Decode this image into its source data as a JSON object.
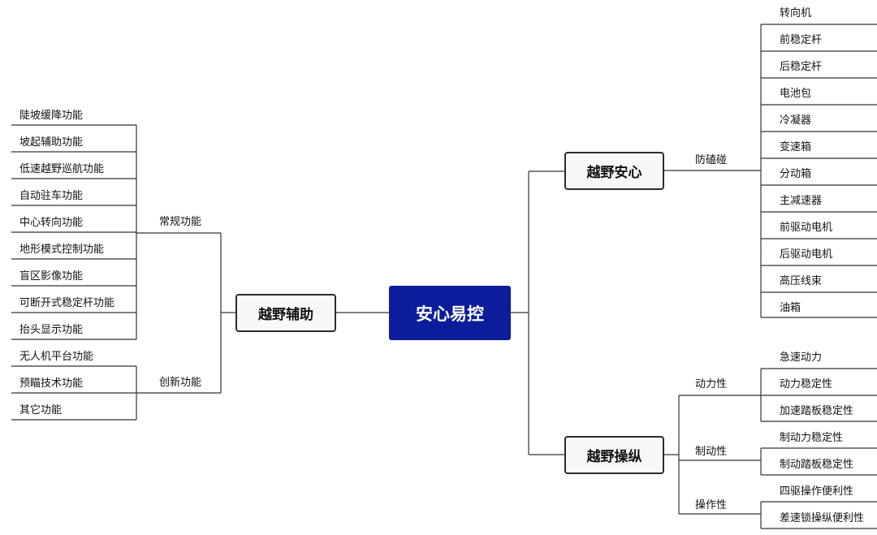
{
  "center": {
    "label": "安心易控"
  },
  "branches": {
    "assist": {
      "label": "越野辅助",
      "groups": [
        {
          "label": "常规功能",
          "items": [
            "陡坡缓降功能",
            "坡起辅助功能",
            "低速越野巡航功能",
            "自动驻车功能",
            "中心转向功能",
            "地形模式控制功能",
            "盲区影像功能",
            "可断开式稳定杆功能",
            "抬头显示功能"
          ]
        },
        {
          "label": "创新功能",
          "items": [
            "无人机平台功能",
            "预瞄技术功能",
            "其它功能"
          ]
        }
      ]
    },
    "safety": {
      "label": "越野安心",
      "groups": [
        {
          "label": "防磕碰",
          "items": [
            "转向机",
            "前稳定杆",
            "后稳定杆",
            "电池包",
            "冷凝器",
            "变速箱",
            "分动箱",
            "主减速器",
            "前驱动电机",
            "后驱动电机",
            "高压线束",
            "油箱"
          ]
        }
      ]
    },
    "control": {
      "label": "越野操纵",
      "groups": [
        {
          "label": "动力性",
          "items": [
            "急速动力",
            "动力稳定性",
            "加速踏板稳定性"
          ]
        },
        {
          "label": "制动性",
          "items": [
            "制动力稳定性",
            "制动踏板稳定性"
          ]
        },
        {
          "label": "操作性",
          "items": [
            "四驱操作便利性",
            "差速锁操纵便利性"
          ]
        }
      ]
    }
  }
}
